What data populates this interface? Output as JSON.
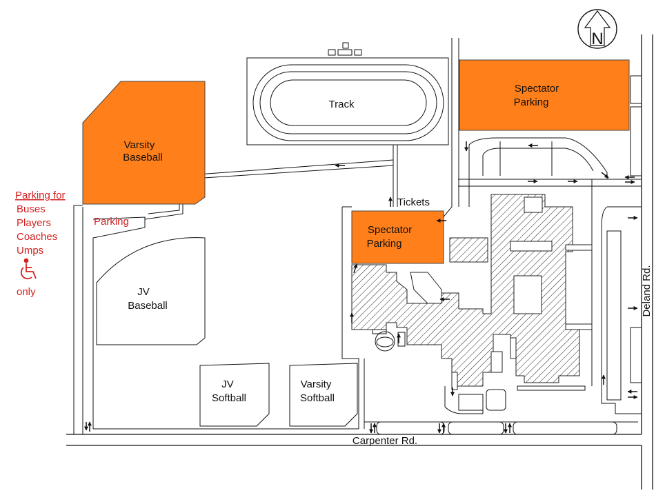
{
  "map": {
    "labels": {
      "track": "Track",
      "varsity_baseball_1": "Varsity",
      "varsity_baseball_2": "Baseball",
      "spectator_parking_ne_1": "Spectator",
      "spectator_parking_ne_2": "Parking",
      "spectator_parking_center_1": "Spectator",
      "spectator_parking_center_2": "Parking",
      "tickets": "Tickets",
      "parking_small": "Parking",
      "jv_baseball_1": "JV",
      "jv_baseball_2": "Baseball",
      "jv_softball_1": "JV",
      "jv_softball_2": "Softball",
      "varsity_softball_1": "Varsity",
      "varsity_softball_2": "Softball",
      "carpenter_rd": "Carpenter Rd.",
      "deland_rd": "Deland Rd.",
      "north": "N"
    },
    "parking_note": [
      "Parking for",
      "Buses",
      "Players",
      "Coaches",
      "Umps",
      "only"
    ],
    "colors": {
      "parking_fill": "#ff7f1a",
      "note_text": "#d42020",
      "line": "#111111"
    },
    "icons": [
      "north-arrow-icon",
      "wheelchair-icon",
      "direction-arrow-icon"
    ]
  }
}
